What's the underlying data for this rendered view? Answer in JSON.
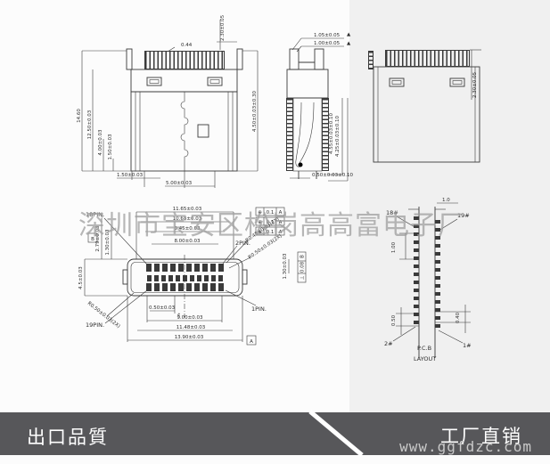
{
  "page": {
    "background": "#fcfcfc",
    "panel_background": "#f0f0f0",
    "line_color": "#3a3a3a"
  },
  "watermark": {
    "text": "深圳市宝安区松岗高高富电子厂"
  },
  "banner": {
    "left_text": "出口品質",
    "right_text": "工厂直销",
    "website": "www.ggfdzc.com",
    "background": "#57575a"
  },
  "front_view": {
    "dims": {
      "pitch": "0.44",
      "tail_height": "2.30±0.05",
      "total_height": "14.60",
      "body_height": "12.50±0.03",
      "step_height": "4.00±0.03",
      "lip_height": "1.50±0.03",
      "right_height": "4.50±0.03±0.30",
      "bottom_offset": "1.50±0.03",
      "bottom_width": "5.00±0.03"
    }
  },
  "side_view": {
    "dims": {
      "top_outer": "1.05±0.05",
      "top_inner": "1.00±0.05",
      "depth_outer": "4.55±0.03±0.10",
      "depth_inner": "4.25±0.03±0.10",
      "bottom": "0.50±0.03±0.10"
    },
    "flag": "▲"
  },
  "rear_view": {
    "dims": {
      "tail_height": "2.30±0.05"
    }
  },
  "bottom_view": {
    "labels": {
      "pin18": "18PIN.",
      "pin19": "19PIN.",
      "pin1": "1PIN.",
      "pin2": "2PIN."
    },
    "dims_top": [
      "11.65±0.03",
      "10.63±0.03",
      "9.45±0.03",
      "8.00±0.03"
    ],
    "dims_left": [
      "2.79±0.03",
      "1.30±0.03",
      "4.5±0.03"
    ],
    "radius_right_1": "R0.45±0.03(2X)",
    "radius_right_2": "R0.50±0.03(2X)",
    "radius_left": "R0.50±0.03(2X)",
    "dim_right": "1.30±0.03",
    "dims_bottom": [
      "0.50±0.03",
      "9.00±0.03",
      "11.48±0.03",
      "13.90±0.03"
    ],
    "datums": {
      "a": "A",
      "b": "B"
    },
    "gdt": {
      "position_symbol": "⊕",
      "tolerance": "0.1",
      "datum": "A",
      "perp_symbol": "⊥",
      "perp_tolerance": "0.08",
      "perp_datum": "B"
    },
    "centerline_symbol": "¢"
  },
  "pcb_layout": {
    "title_line1": "P.C.B",
    "title_line2": "LAYOUT",
    "dims": {
      "row_gap": "1.0",
      "pitch": "1.00",
      "pad_left": "0.50",
      "pad_right": "0.40"
    },
    "labels": {
      "p18": "18#",
      "p19": "19#",
      "p2": "2#",
      "p1": "1#"
    }
  }
}
